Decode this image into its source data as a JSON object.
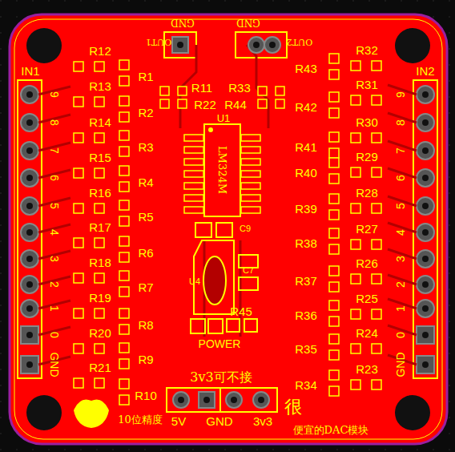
{
  "diagram": {
    "labels": [
      "IN1",
      "9",
      "8",
      "7",
      "6",
      "5",
      "4",
      "3",
      "2",
      "1",
      "0",
      "GND",
      "IN2",
      "9",
      "8",
      "7",
      "6",
      "5",
      "4",
      "3",
      "2",
      "1",
      "0",
      "GND",
      "R12",
      "R13",
      "R14",
      "R15",
      "R16",
      "R17",
      "R18",
      "R19",
      "R20",
      "R21",
      "R1",
      "R2",
      "R3",
      "R4",
      "R5",
      "R6",
      "R7",
      "R8",
      "R9",
      "R10",
      "R43",
      "R42",
      "R41",
      "R40",
      "R39",
      "R38",
      "R37",
      "R36",
      "R35",
      "R34",
      "R32",
      "R31",
      "R30",
      "R29",
      "R28",
      "R27",
      "R26",
      "R25",
      "R24",
      "R23",
      "GND",
      "GND",
      "OUT1",
      "OUT2",
      "R11",
      "R22",
      "R33",
      "R44",
      "U1",
      "LM324M",
      "C9",
      "U4",
      "C7",
      "R45",
      "POWER",
      "3v3可不接",
      "5V",
      "GND",
      "3v3",
      "10位精度",
      "很",
      "便宜的DAC模块"
    ]
  }
}
